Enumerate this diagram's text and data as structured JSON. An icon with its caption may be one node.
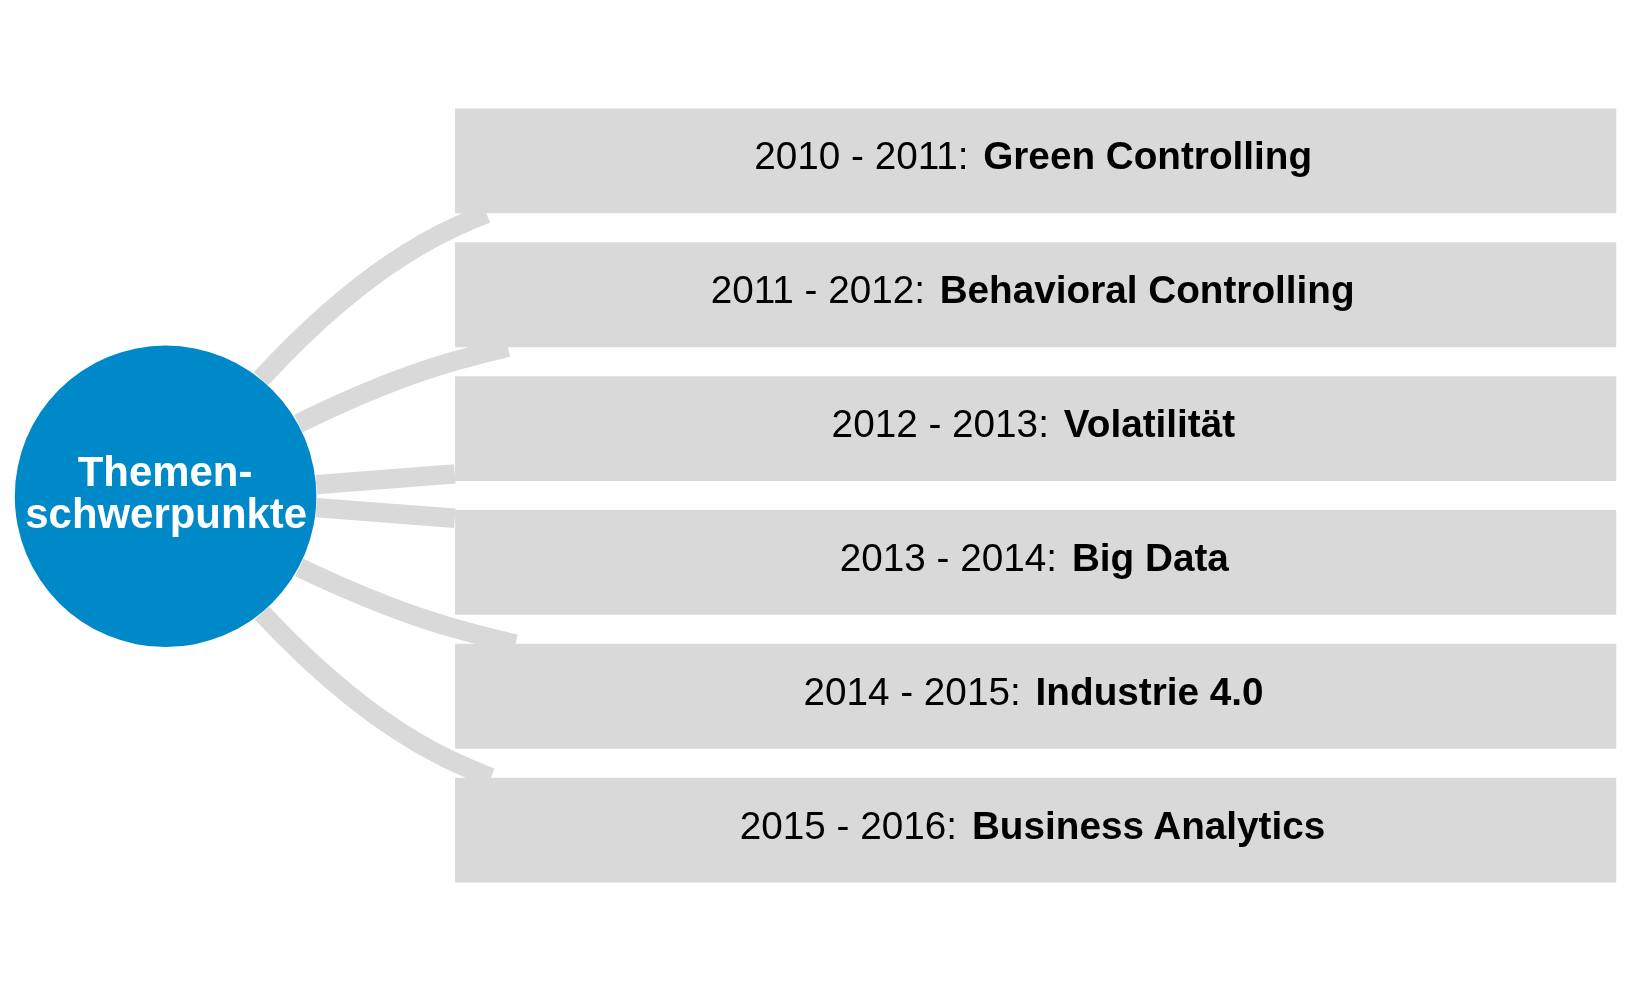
{
  "diagram": {
    "nodes": [
      {
        "text": [
          "Themen- schwerpunkte"
        ]
      },
      {
        "text": [
          "2010 - 2011: **Green Controlling**"
        ]
      },
      {
        "text": [
          "2011 - 2012: **Behavioral Controlling**"
        ]
      },
      {
        "text": [
          "2012 - 2013: **Volatilität**"
        ]
      },
      {
        "text": [
          "2013 - 2014: **Big Data**"
        ]
      },
      {
        "text": [
          "2014 - 2015: **Industrie 4.0**"
        ]
      },
      {
        "text": [
          "2015 - 2016: **Business Analytics**"
        ]
      }
    ],
    "edges": [
      {
        "from": 0,
        "to": 1,
        "arrow": "none"
      },
      {
        "from": 0,
        "to": 2,
        "arrow": "none"
      },
      {
        "from": 0,
        "to": 3,
        "arrow": "none"
      },
      {
        "from": 0,
        "to": 4,
        "arrow": "none"
      },
      {
        "from": 0,
        "to": 5,
        "arrow": "none"
      },
      {
        "from": 0,
        "to": 6,
        "arrow": "none"
      }
    ]
  }
}
